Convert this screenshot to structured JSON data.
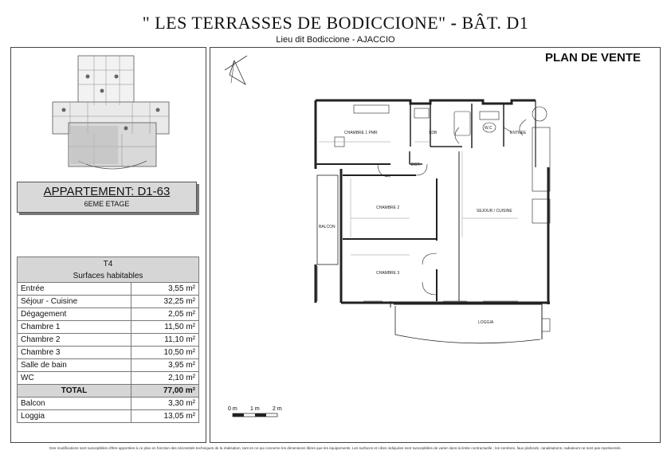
{
  "header": {
    "title": "\" LES TERRASSES DE BODICCIONE\"",
    "title_sep": "-",
    "building": "BÂT. D1",
    "subtitle": "Lieu dit Bodiccione - AJACCIO",
    "plan_label": "PLAN DE VENTE"
  },
  "apartment": {
    "name": "APPARTEMENT: D1-63",
    "floor": "6EME ETAGE"
  },
  "surfaces": {
    "type": "T4",
    "heading": "Surfaces habitables",
    "rows": [
      {
        "label": "Entrée",
        "value": "3,55 m²"
      },
      {
        "label": "Séjour - Cuisine",
        "value": "32,25 m²"
      },
      {
        "label": "Dégagement",
        "value": "2,05 m²"
      },
      {
        "label": "Chambre 1",
        "value": "11,50 m²"
      },
      {
        "label": "Chambre 2",
        "value": "11,10 m²"
      },
      {
        "label": "Chambre 3",
        "value": "10,50 m²"
      },
      {
        "label": "Salle de bain",
        "value": "3,95 m²"
      },
      {
        "label": "WC",
        "value": "2,10 m²"
      }
    ],
    "total_label": "TOTAL",
    "total_value": "77,00 m²",
    "annex": [
      {
        "label": "Balcon",
        "value": "3,30 m²"
      },
      {
        "label": "Loggia",
        "value": "13,05 m²"
      }
    ]
  },
  "plan_rooms": {
    "chambre1": "CHAMBRE 1 PMR",
    "sdb": "SDB",
    "wc": "W.C",
    "entree": "ENTREE",
    "dgt": "DGT.",
    "chambre2": "CHAMBRE 2",
    "sejour": "SEJOUR / CUISINE",
    "balcon": "BALCON",
    "chambre3": "CHAMBRE 3",
    "loggia": "LOGGIA"
  },
  "scale": {
    "m0": "0 m",
    "m1": "1 m",
    "m2": "2 m"
  },
  "footer": "Des modifications sont susceptibles d'être apportées à ce plan en fonction des nécessités techniques de la réalisation, tant en ce qui concerne les dimensions libres que les équipements. Les surfaces et côtes indiquées sont susceptibles de varier dans la limite contractuelle ; les sombres, faux plafonds, canalisations, radiateurs ne sont pas représentés."
}
